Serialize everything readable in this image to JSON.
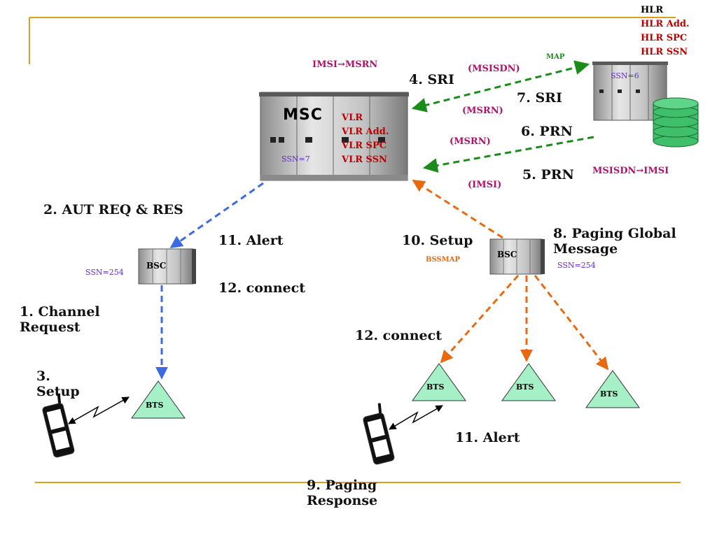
{
  "hlr": {
    "title": "HLR",
    "fields": [
      "HLR Add.",
      "HLR SPC",
      "HLR SSN"
    ],
    "ssn": "SSN=6"
  },
  "msc": {
    "title": "MSC",
    "vlr_fields": [
      "VLR",
      "VLR Add.",
      "VLR SPC",
      "VLR SSN"
    ],
    "ssn": "SSN=7"
  },
  "bsc_left": {
    "label": "BSC",
    "ssn": "SSN=254"
  },
  "bsc_right": {
    "label": "BSC",
    "ssn": "SSN=254"
  },
  "bts": {
    "label": "BTS"
  },
  "protocols": {
    "map": "MAP",
    "bssmap": "BSSMAP"
  },
  "mappings": {
    "imsi_msrn": "IMSI→MSRN",
    "msisdn_imsi": "MSISDN→IMSI"
  },
  "params": {
    "msisdn": "(MSISDN)",
    "msrn_1": "(MSRN)",
    "msrn_2": "(MSRN)",
    "imsi": "(IMSI)"
  },
  "steps": {
    "s1": "1. Channel\nRequest",
    "s2": "2. AUT REQ & RES",
    "s3": "3.\nSetup",
    "s4": "4. SRI",
    "s5": "5. PRN",
    "s6": "6. PRN",
    "s7": "7. SRI",
    "s8": "8. Paging Global\nMessage",
    "s9": "9. Paging\nResponse",
    "s10": "10. Setup",
    "s11_left": "11. Alert",
    "s11_right": "11. Alert",
    "s12_left": "12. connect",
    "s12_right": "12. connect"
  },
  "colors": {
    "gold_line": "#d9a020",
    "green_arrow": "#1a8c1a",
    "blue_arrow": "#3c6ae0",
    "orange_arrow": "#e86a10",
    "bts_fill": "#a6f0c8",
    "db_fill": "#3fbf6a"
  }
}
